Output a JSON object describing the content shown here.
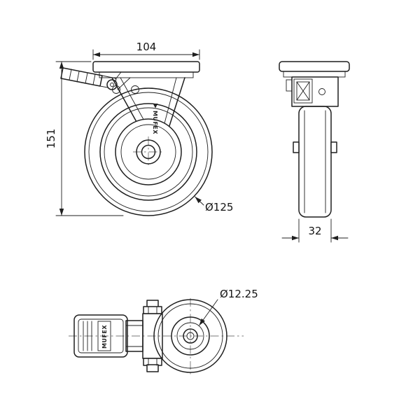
{
  "page": {
    "background": "#ffffff",
    "line_color": "#1f1f1f"
  },
  "views": {
    "front": {
      "dim_width": "104",
      "dim_height": "151",
      "dim_wheel_diameter": "Ø125",
      "brand_mark": "MUFEX"
    },
    "side": {
      "dim_wheel_width": "32"
    },
    "top": {
      "dim_bolt_hole_diameter": "Ø12.25",
      "brand_mark": "MUFEX"
    }
  }
}
